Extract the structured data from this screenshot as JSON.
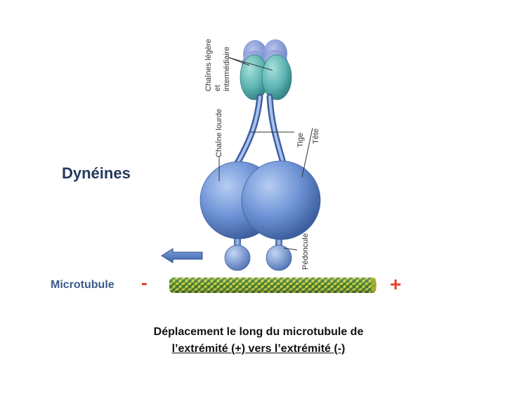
{
  "title": "Dynéines",
  "microtubule": {
    "label": "Microtubule",
    "minus_sign": "-",
    "plus_sign": "+"
  },
  "labels": {
    "light_chains_1": "Chaînes légère",
    "light_chains_2": "et",
    "light_chains_3": "intermédiaire",
    "heavy_chain": "Chaîne lourde",
    "stalk": "Tige",
    "head": "Tête",
    "peduncle": "Pédoncule"
  },
  "caption": {
    "line1": "Déplacement le long du microtubule de",
    "line2": "l’extrémité (+) vers l’extrémité (-)"
  },
  "colors": {
    "title": "#243a5e",
    "microtubule_label": "#3c5a8c",
    "signs": "#e8402a",
    "arrow": "#5a7fc0",
    "motor": "#6d92d4",
    "light_chain": "#5bb5b3",
    "microtubule_yellow": "#c6cc3a",
    "microtubule_green": "#3d7a2e"
  },
  "icons": {
    "direction_arrow": "arrow-left-icon"
  }
}
